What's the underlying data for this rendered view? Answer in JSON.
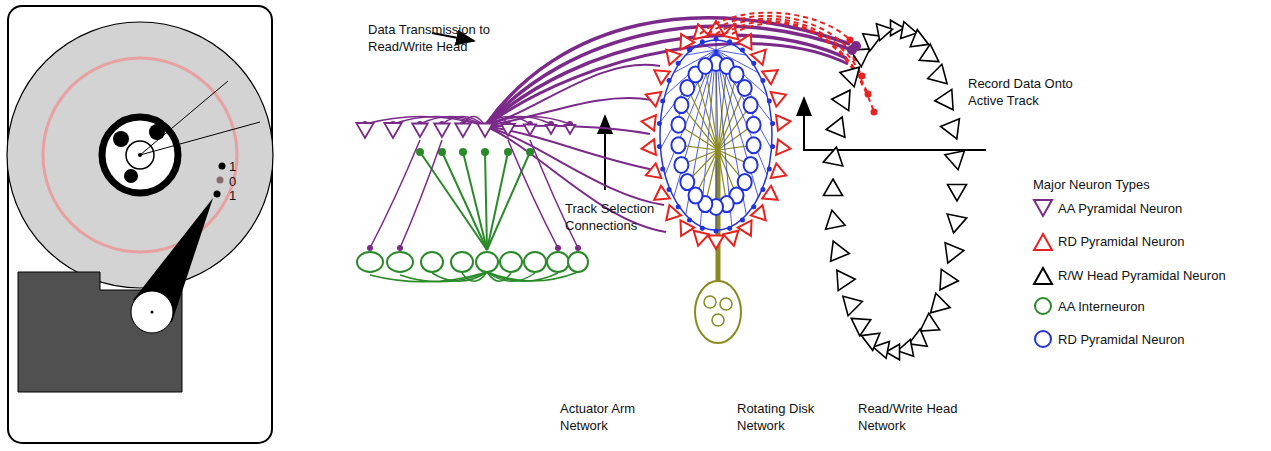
{
  "diagram": {
    "labels": [
      "1",
      "0",
      "1",
      "Data Transmission to Read/Write Head",
      "Track Selection Connections",
      "Record Data Onto Active Track",
      "Actuator Arm Network",
      "Rotating Disk Network",
      "Read/Write Head Network",
      "Major Neuron Types"
    ],
    "legend": [
      {
        "text": "AA Pyramidal Neuron"
      },
      {
        "text": "RD Pyramidal Neuron"
      },
      {
        "text": "R/W Head Pyramidal Neuron"
      },
      {
        "text": "AA Interneuron"
      },
      {
        "text": "RD Pyramidal Neuron"
      }
    ]
  }
}
